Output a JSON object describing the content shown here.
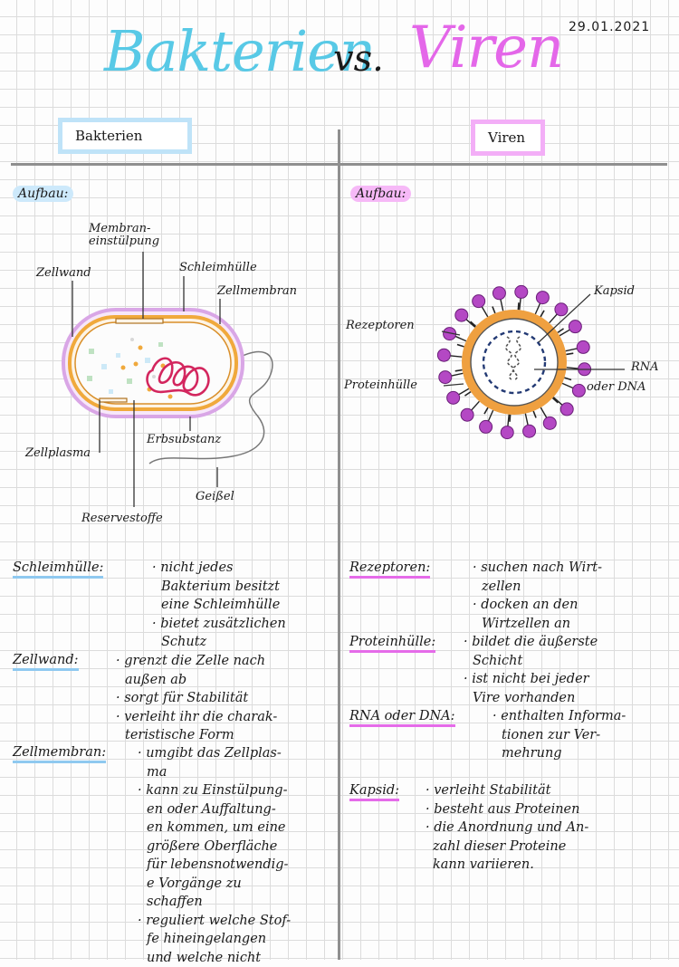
{
  "title": {
    "left": "Bakterien",
    "mid": "vs.",
    "right": "Viren"
  },
  "date": "29.01.2021",
  "headers": {
    "bacteria": "Bakterien",
    "virus": "Viren"
  },
  "tags": {
    "bacteria": "Aufbau:",
    "virus": "Aufbau:"
  },
  "bacteria_labels": {
    "membran1": "Membran-",
    "membran2": "einstülpung",
    "zellwand": "Zellwand",
    "schleim": "Schleimhülle",
    "zellmembran": "Zellmembran",
    "erbsubstanz": "Erbsubstanz",
    "zellplasma": "Zellplasma",
    "geissel": "Geißel",
    "reserve": "Reservestoffe"
  },
  "virus_labels": {
    "kapsid": "Kapsid",
    "rezeptoren": "Rezeptoren",
    "proteinhuelle": "Proteinhülle",
    "rna": "RNA",
    "dna": "oder DNA"
  },
  "bacteria_terms": [
    {
      "term": "Schleimhülle:",
      "lines": [
        "· nicht jedes",
        "Bakterium besitzt",
        "eine Schleimhülle",
        "· bietet zusätzlichen",
        "Schutz"
      ]
    },
    {
      "term": "Zellwand:",
      "lines": [
        "· grenzt die Zelle nach",
        "außen ab",
        "· sorgt für Stabilität",
        "· verleiht ihr die charak-",
        "teristische Form"
      ]
    },
    {
      "term": "Zellmembran:",
      "lines": [
        "· umgibt das Zellplas-",
        "ma",
        "· kann zu Einstülpung-",
        "en oder Auffaltung-",
        "en kommen, um eine",
        "größere Oberfläche",
        "für lebensnotwendig-",
        "e Vorgänge zu",
        "schaffen",
        "· reguliert welche Stof-",
        "fe hineingelangen",
        "und welche nicht"
      ]
    }
  ],
  "virus_terms": [
    {
      "term": "Rezeptoren:",
      "lines": [
        "· suchen nach Wirt-",
        "zellen",
        "· docken an den",
        "Wirtzellen an"
      ]
    },
    {
      "term": "Proteinhülle:",
      "lines": [
        "· bildet die äußerste",
        "Schicht",
        "· ist nicht bei jeder",
        "Vire vorhanden"
      ]
    },
    {
      "term": "RNA oder DNA:",
      "lines": [
        "· enthalten Informa-",
        "tionen zur Ver-",
        "mehrung"
      ]
    },
    {
      "term": "Kapsid:",
      "lines": [
        "· verleiht Stabilität",
        "· besteht aus Proteinen",
        "· die Anordnung und An-",
        "zahl dieser Proteine",
        "kann variieren."
      ]
    }
  ],
  "colors": {
    "blue": "#58c9e6",
    "pink": "#e467e9",
    "membrane": "#f0a93c",
    "erb": "#d3265e",
    "virus_shell": "#ef9f3c",
    "virus_receptor": "#b448c4"
  }
}
